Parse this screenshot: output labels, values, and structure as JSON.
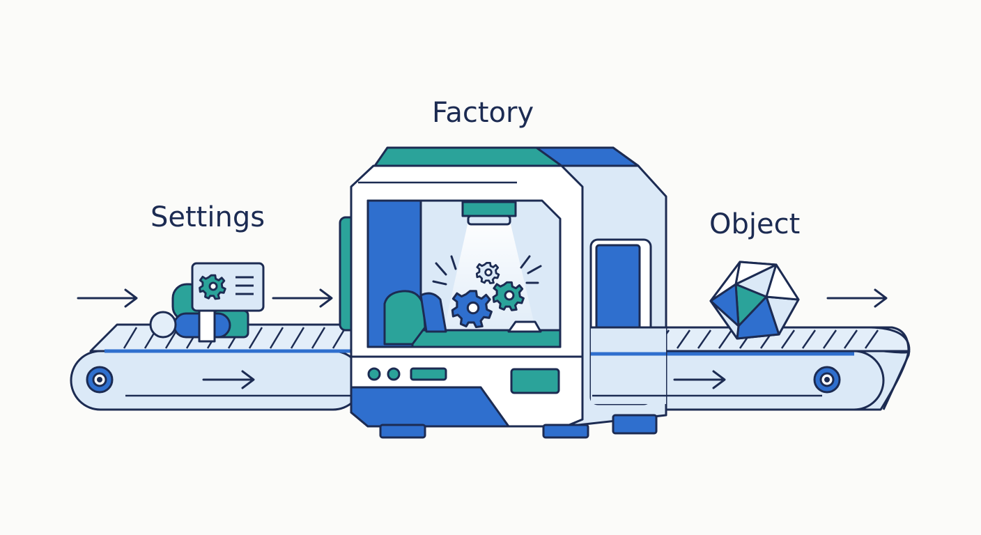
{
  "labels": {
    "factory": "Factory",
    "settings": "Settings",
    "object": "Object"
  },
  "icons": {
    "input_arrow": "arrow-right-icon",
    "output_arrow": "arrow-right-icon",
    "settings_card": "settings-card-icon",
    "gear": "gear-icon",
    "object": "polyhedron-icon"
  },
  "colors": {
    "outline": "#1c2b52",
    "blue": "#2f6fce",
    "teal": "#2ba39a",
    "light_blue": "#dbe9f7",
    "background": "#fbfbf9",
    "text": "#1c2b52"
  }
}
